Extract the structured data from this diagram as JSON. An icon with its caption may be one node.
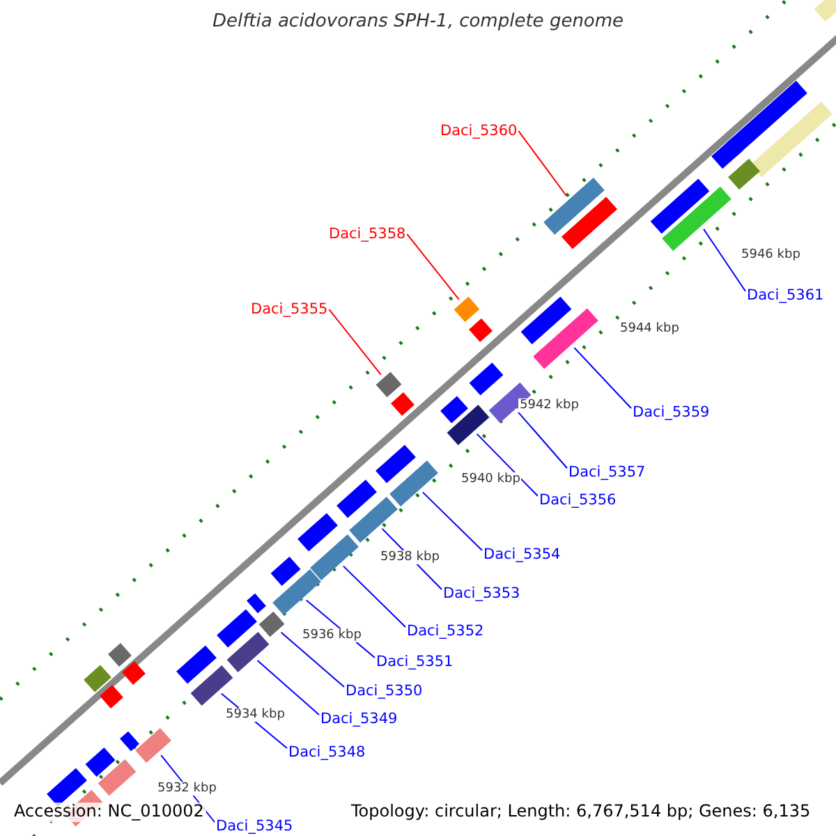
{
  "diagram": {
    "title": "Delftia acidovorans SPH-1, complete genome",
    "nodes": [
      {
        "text": [
          "Daci_5360"
        ]
      },
      {
        "text": [],
        "shape": "box"
      },
      {
        "text": [
          "Daci_5358"
        ]
      },
      {
        "text": [],
        "shape": "box"
      },
      {
        "text": [
          "Daci_5355"
        ]
      },
      {
        "text": [],
        "shape": "box"
      },
      {
        "text": [
          "Daci_5361"
        ]
      },
      {
        "text": [],
        "shape": "box"
      },
      {
        "text": [
          "Daci_5359"
        ]
      },
      {
        "text": [],
        "shape": "box"
      },
      {
        "text": [
          "Daci_5357"
        ]
      },
      {
        "text": [],
        "shape": "box"
      },
      {
        "text": [
          "Daci_5356"
        ]
      },
      {
        "text": [],
        "shape": "box"
      },
      {
        "text": [
          "Daci_5354"
        ]
      },
      {
        "text": [],
        "shape": "box"
      },
      {
        "text": [
          "Daci_5353"
        ]
      },
      {
        "text": [],
        "shape": "box"
      },
      {
        "text": [
          "Daci_5352"
        ]
      },
      {
        "text": [],
        "shape": "box"
      },
      {
        "text": [
          "Daci_5351"
        ]
      },
      {
        "text": [],
        "shape": "box"
      },
      {
        "text": [
          "Daci_5350"
        ]
      },
      {
        "text": [],
        "shape": "box"
      },
      {
        "text": [
          "Daci_5349"
        ]
      },
      {
        "text": [],
        "shape": "box"
      },
      {
        "text": [
          "Daci_5348"
        ]
      },
      {
        "text": [],
        "shape": "box"
      },
      {
        "text": [
          "Daci_5345"
        ]
      },
      {
        "text": [],
        "shape": "box"
      },
      {
        "text": [],
        "shape": "box"
      },
      {
        "text": [],
        "shape": "box"
      },
      {
        "text": [],
        "shape": "box"
      },
      {
        "text": [],
        "shape": "box"
      },
      {
        "text": [],
        "shape": "box"
      },
      {
        "text": [],
        "shape": "box"
      },
      {
        "text": [],
        "shape": "box"
      },
      {
        "text": [],
        "shape": "box"
      },
      {
        "text": [],
        "shape": "box"
      },
      {
        "text": [],
        "shape": "box"
      },
      {
        "text": [],
        "shape": "box"
      },
      {
        "text": [],
        "shape": "box"
      },
      {
        "text": [],
        "shape": "box"
      },
      {
        "text": [],
        "shape": "box"
      },
      {
        "text": [],
        "shape": "box"
      },
      {
        "text": [],
        "shape": "box"
      },
      {
        "text": [],
        "shape": "box"
      },
      {
        "text": [],
        "shape": "box"
      },
      {
        "text": [],
        "shape": "box"
      },
      {
        "text": [],
        "shape": "box"
      },
      {
        "text": [],
        "shape": "box"
      },
      {
        "text": [],
        "shape": "box"
      },
      {
        "text": [],
        "shape": "box"
      },
      {
        "text": [],
        "shape": "box"
      },
      {
        "text": [],
        "shape": "box"
      },
      {
        "text": [],
        "shape": "box"
      },
      {
        "text": [],
        "shape": "box"
      },
      {
        "text": [],
        "shape": "box"
      }
    ],
    "edges": [
      {
        "from": 0,
        "to": 1,
        "arrow": "none",
        "color": "#ff0000"
      },
      {
        "from": 2,
        "to": 3,
        "arrow": "none",
        "color": "#ff0000"
      },
      {
        "from": 4,
        "to": 5,
        "arrow": "none",
        "color": "#ff0000"
      },
      {
        "from": 6,
        "to": 7,
        "arrow": "none"
      },
      {
        "from": 8,
        "to": 9,
        "arrow": "none"
      },
      {
        "from": 10,
        "to": 11,
        "arrow": "none"
      },
      {
        "from": 12,
        "to": 13,
        "arrow": "none"
      },
      {
        "from": 14,
        "to": 15,
        "arrow": "none"
      },
      {
        "from": 16,
        "to": 17,
        "arrow": "none"
      },
      {
        "from": 18,
        "to": 19,
        "arrow": "none"
      },
      {
        "from": 20,
        "to": 21,
        "arrow": "none"
      },
      {
        "from": 22,
        "to": 23,
        "arrow": "none"
      },
      {
        "from": 24,
        "to": 25,
        "arrow": "none"
      },
      {
        "from": 26,
        "to": 27,
        "arrow": "none"
      },
      {
        "from": 28,
        "to": 29,
        "arrow": "none"
      }
    ],
    "labels": [
      "5946 kbp",
      "5944 kbp",
      "5942 kbp",
      "5940 kbp",
      "5938 kbp",
      "5936 kbp",
      "5934 kbp",
      "5932 kbp",
      "Accession: NC_010002",
      "Topology: circular; Length: 6,767,514 bp; Genes: 6,135"
    ]
  }
}
